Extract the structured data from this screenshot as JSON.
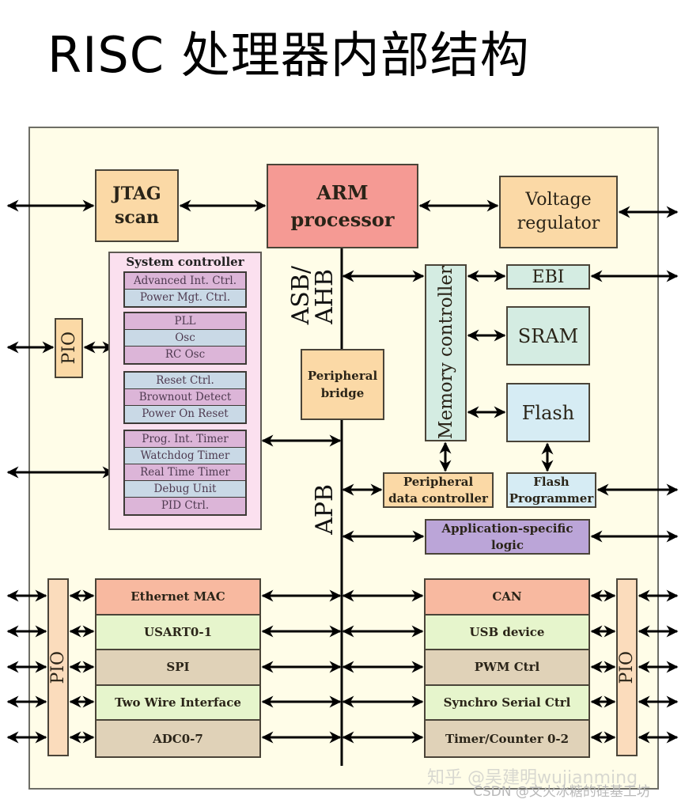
{
  "title": "RISC 处理器内部结构",
  "blocks": {
    "jtag": "JTAG\nscan",
    "jtag_line1": "JTAG",
    "jtag_line2": "scan",
    "arm_line1": "ARM",
    "arm_line2": "processor",
    "voltage_line1": "Voltage",
    "voltage_line2": "regulator",
    "pio_left": "PIO",
    "peripheral_bridge_line1": "Peripheral",
    "peripheral_bridge_line2": "bridge",
    "memory_controller": "Memory controller",
    "ebi": "EBI",
    "sram": "SRAM",
    "flash": "Flash",
    "pdc_line1": "Peripheral",
    "pdc_line2": "data controller",
    "flash_prog_line1": "Flash",
    "flash_prog_line2": "Programmer",
    "asl_line1": "Application-specific",
    "asl_line2": "logic",
    "pio_bottom_left": "PIO",
    "pio_bottom_right": "PIO"
  },
  "bus_labels": {
    "asb": "ASB/",
    "ahb": "AHB",
    "apb": "APB"
  },
  "system_controller": {
    "title": "System controller",
    "groups": [
      [
        "Advanced Int. Ctrl.",
        "Power Mgt. Ctrl."
      ],
      [
        "PLL",
        "Osc",
        "RC Osc"
      ],
      [
        "Reset Ctrl.",
        "Brownout Detect",
        "Power On Reset"
      ],
      [
        "Prog. Int. Timer",
        "Watchdog Timer",
        "Real Time Timer",
        "Debug Unit",
        "PID Ctrl."
      ]
    ]
  },
  "left_peripherals": [
    "Ethernet MAC",
    "USART0-1",
    "SPI",
    "Two Wire Interface",
    "ADC0-7"
  ],
  "right_peripherals": [
    "CAN",
    "USB device",
    "PWM Ctrl",
    "Synchro Serial Ctrl",
    "Timer/Counter 0-2"
  ],
  "watermarks": {
    "zhihu": "知乎 @吴建明wujianming",
    "csdn": "CSDN @文火冰糖的硅基工坊"
  }
}
